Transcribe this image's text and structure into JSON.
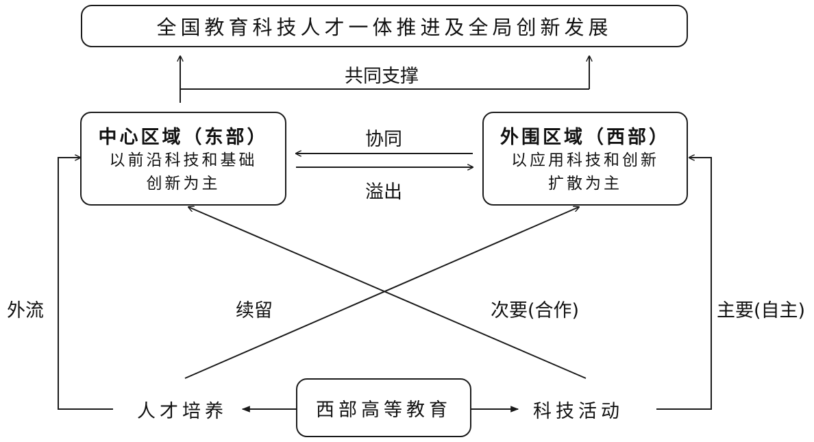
{
  "top_box": {
    "text": "全国教育科技人才一体推进及全局创新发展"
  },
  "support_label": "共同支撑",
  "center_region": {
    "title": "中心区域（东部）",
    "line1": "以前沿科技和基础",
    "line2": "创新为主"
  },
  "periphery_region": {
    "title": "外围区域（西部）",
    "line1": "以应用科技和创新",
    "line2": "扩散为主"
  },
  "mid_labels": {
    "collab": "协同",
    "spillover": "溢出"
  },
  "side_labels": {
    "outflow": "外流",
    "retain": "续留",
    "secondary": "次要(合作)",
    "primary": "主要(自主)"
  },
  "bottom": {
    "source": "西部高等教育",
    "talent": "人才培养",
    "tech": "科技活动"
  }
}
